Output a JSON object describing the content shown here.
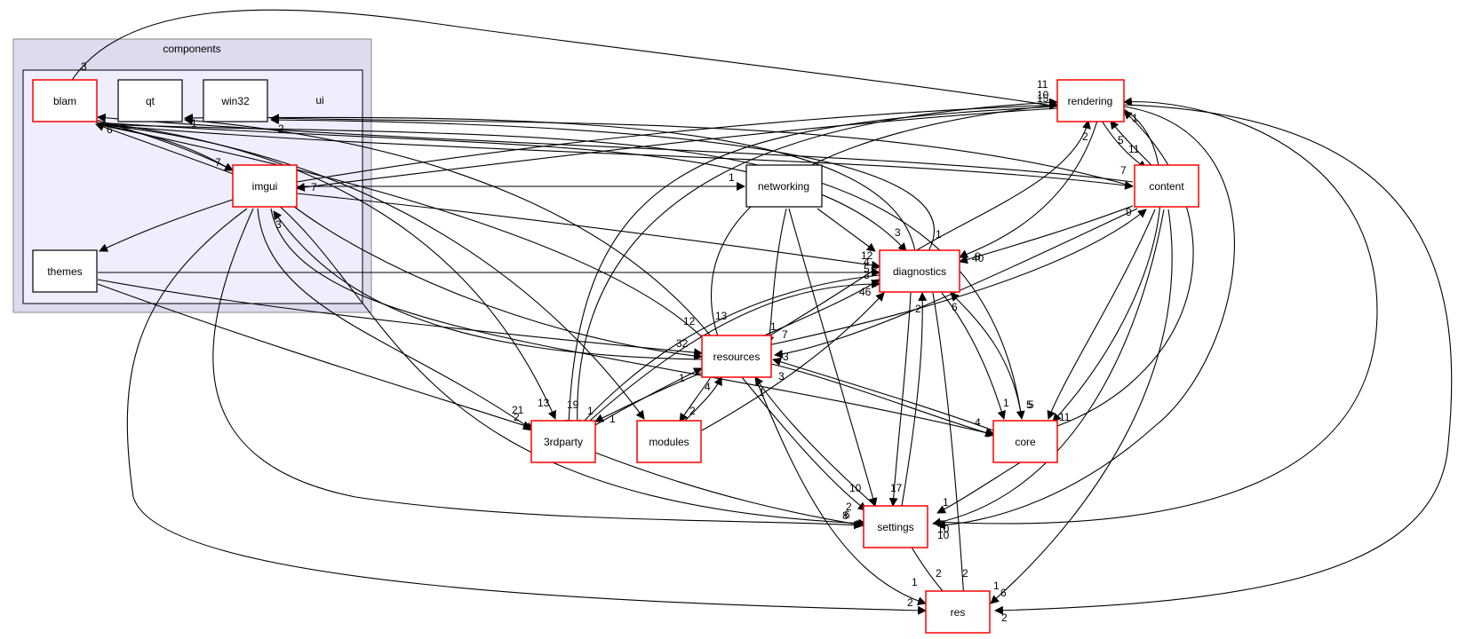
{
  "colors": {
    "outer_cluster_fill": "#dcdcee",
    "outer_cluster_stroke": "#888888",
    "inner_cluster_fill": "#eeeeff",
    "inner_cluster_stroke": "#000000",
    "node_red": "#ff0000",
    "node_black": "#000000",
    "edge": "#000000"
  },
  "clusters": {
    "components": "components",
    "ui": "ui"
  },
  "nodes": {
    "blam": "blam",
    "qt": "qt",
    "win32": "win32",
    "imgui": "imgui",
    "themes": "themes",
    "rendering": "rendering",
    "content": "content",
    "networking": "networking",
    "diagnostics": "diagnostics",
    "resources": "resources",
    "rdparty": "3rdparty",
    "modules": "modules",
    "core": "core",
    "settings": "settings",
    "res": "res"
  },
  "edge_labels": [
    "3",
    "11",
    "10",
    "15",
    "2",
    "5",
    "11",
    "1",
    "7",
    "6",
    "1",
    "2",
    "7",
    "7",
    "1",
    "3",
    "1",
    "3",
    "12",
    "4",
    "5",
    "3",
    "46",
    "6",
    "9",
    "40",
    "8",
    "12",
    "13",
    "32",
    "1",
    "7",
    "3",
    "1",
    "4",
    "3",
    "1",
    "4",
    "11",
    "5",
    "1",
    "21",
    "2",
    "13",
    "19",
    "1",
    "1",
    "2",
    "2",
    "5",
    "10",
    "17",
    "1",
    "2",
    "8",
    "10",
    "6",
    "7",
    "10",
    "1",
    "2",
    "2",
    "1",
    "6",
    "2",
    "2"
  ]
}
